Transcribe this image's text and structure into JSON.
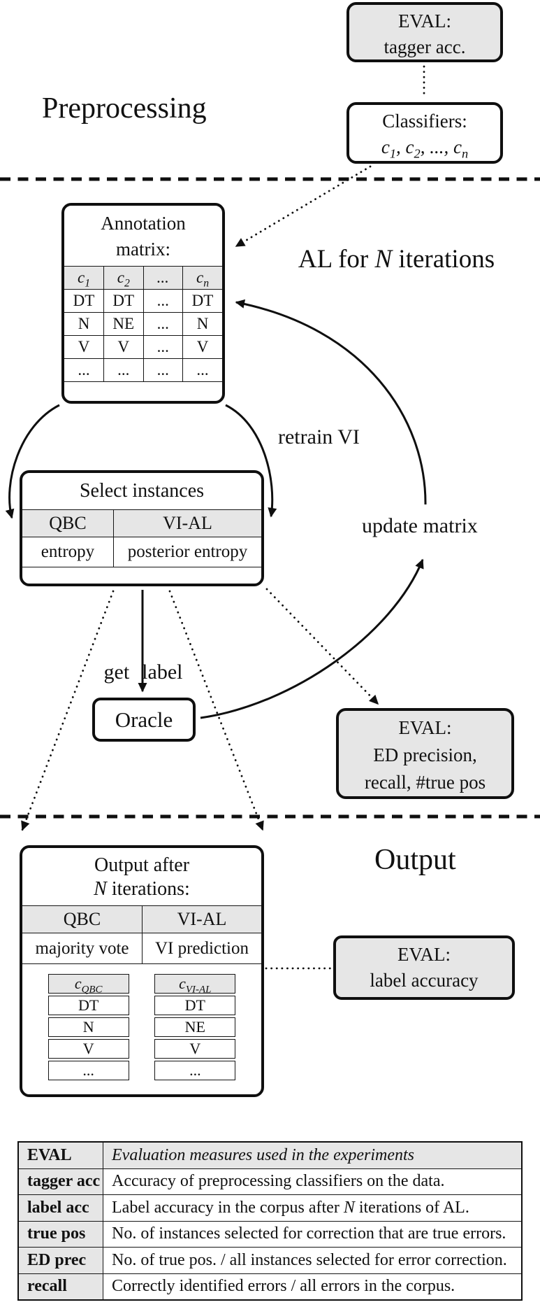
{
  "sections": {
    "preprocessing_label": "Preprocessing",
    "al_label": "AL for *N* iterations",
    "output_label": "Output"
  },
  "edge_labels": {
    "retrain_vi": "retrain VI",
    "update_matrix": "update matrix",
    "get_label_word1": "get",
    "get_label_word2": "label"
  },
  "boxes": {
    "eval_tagger": {
      "lines": [
        "EVAL:",
        "tagger acc."
      ]
    },
    "classifiers": {
      "lines": [
        "Classifiers:",
        "c_{1}, c_{2}, ..., c_{n}"
      ]
    },
    "annotation_matrix": {
      "title_lines": [
        "Annotation",
        "matrix:"
      ],
      "table": {
        "header": [
          "c_{1}",
          "c_{2}",
          "...",
          "c_{n}"
        ],
        "rows": [
          [
            "DT",
            "DT",
            "...",
            "DT"
          ],
          [
            "N",
            "NE",
            "...",
            "N"
          ],
          [
            "V",
            "V",
            "...",
            "V"
          ],
          [
            "...",
            "...",
            "...",
            "..."
          ]
        ]
      }
    },
    "select_instances": {
      "title": "Select instances",
      "table": {
        "header": [
          "QBC",
          "VI-AL"
        ],
        "rows": [
          [
            "entropy",
            "posterior entropy"
          ]
        ]
      }
    },
    "oracle": {
      "title": "Oracle"
    },
    "eval_ed": {
      "lines": [
        "EVAL:",
        "ED precision,",
        "recall, #true pos"
      ]
    },
    "output": {
      "title_lines": [
        "Output after",
        "*N* iterations:"
      ],
      "table": {
        "header": [
          "QBC",
          "VI-AL"
        ],
        "rows": [
          [
            "majority vote",
            "VI prediction"
          ]
        ]
      },
      "sub_tables": [
        {
          "header": "c_{QBC}",
          "rows": [
            "DT",
            "N",
            "V",
            "..."
          ]
        },
        {
          "header": "c_{VI-AL}",
          "rows": [
            "DT",
            "NE",
            "V",
            "..."
          ]
        }
      ]
    },
    "eval_label_acc": {
      "lines": [
        "EVAL:",
        "label accuracy"
      ]
    }
  },
  "legend_table": {
    "rows": [
      {
        "term": "EVAL",
        "desc": "*Evaluation measures used in the experiments*"
      },
      {
        "term": "tagger acc",
        "desc": "Accuracy of preprocessing classifiers on the data."
      },
      {
        "term": "label acc",
        "desc": "Label accuracy in the corpus after *N* iterations of AL."
      },
      {
        "term": "true pos",
        "desc": "No. of instances selected for correction that are true errors."
      },
      {
        "term": "ED prec",
        "desc": "No. of true pos. / all instances selected for error correction."
      },
      {
        "term": "recall",
        "desc": "Correctly identified errors / all errors in the corpus."
      }
    ]
  },
  "colors": {
    "box_fill_gray": "#e6e6e6",
    "line_black": "#0f0f0f",
    "background": "#ffffff"
  }
}
